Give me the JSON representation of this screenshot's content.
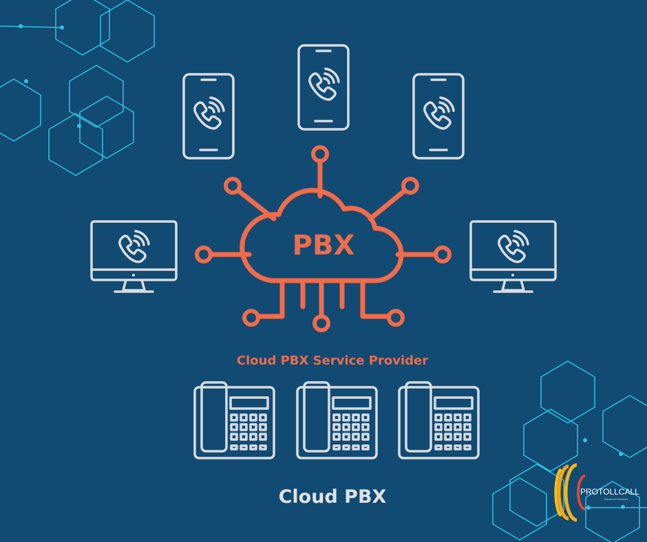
{
  "diagram": {
    "center_label": "PBX",
    "service_label": "Cloud PBX Service Provider",
    "title": "Cloud PBX",
    "logo": {
      "name": "PROTOLLCALL",
      "tagline": "Advanced Services"
    },
    "colors": {
      "background": "#114a72",
      "accent": "#f26b4a",
      "device_outline": "#d9dde2",
      "hexagon": "#2ec4e6"
    },
    "devices": {
      "smartphones": [
        "smartphone-icon",
        "smartphone-icon",
        "smartphone-icon"
      ],
      "monitors": [
        "desktop-monitor-icon",
        "desktop-monitor-icon"
      ],
      "desk_phones": [
        "desk-phone-icon",
        "desk-phone-icon",
        "desk-phone-icon"
      ]
    }
  }
}
